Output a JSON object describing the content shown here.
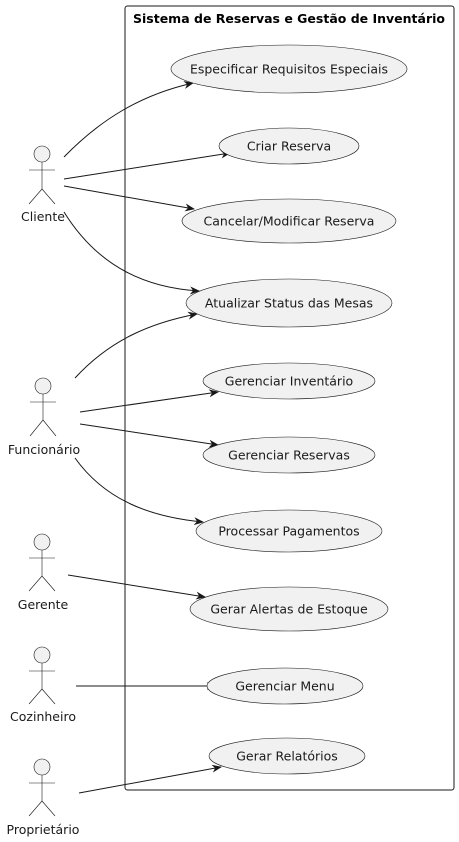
{
  "system": {
    "title": "Sistema de Reservas e Gestão de Inventário"
  },
  "actors": {
    "cliente": "Cliente",
    "funcionario": "Funcionário",
    "gerente": "Gerente",
    "cozinheiro": "Cozinheiro",
    "proprietario": "Proprietário"
  },
  "use_cases": {
    "requisitos": "Especificar Requisitos Especiais",
    "criar": "Criar Reserva",
    "cancelar": "Cancelar/Modificar Reserva",
    "status": "Atualizar Status das Mesas",
    "inventario": "Gerenciar Inventário",
    "reservas": "Gerenciar Reservas",
    "pagamentos": "Processar Pagamentos",
    "alertas": "Gerar Alertas de Estoque",
    "menu": "Gerenciar Menu",
    "relatorios": "Gerar Relatórios"
  },
  "colors": {
    "fill": "#f1f1f1",
    "stroke": "#181818"
  }
}
